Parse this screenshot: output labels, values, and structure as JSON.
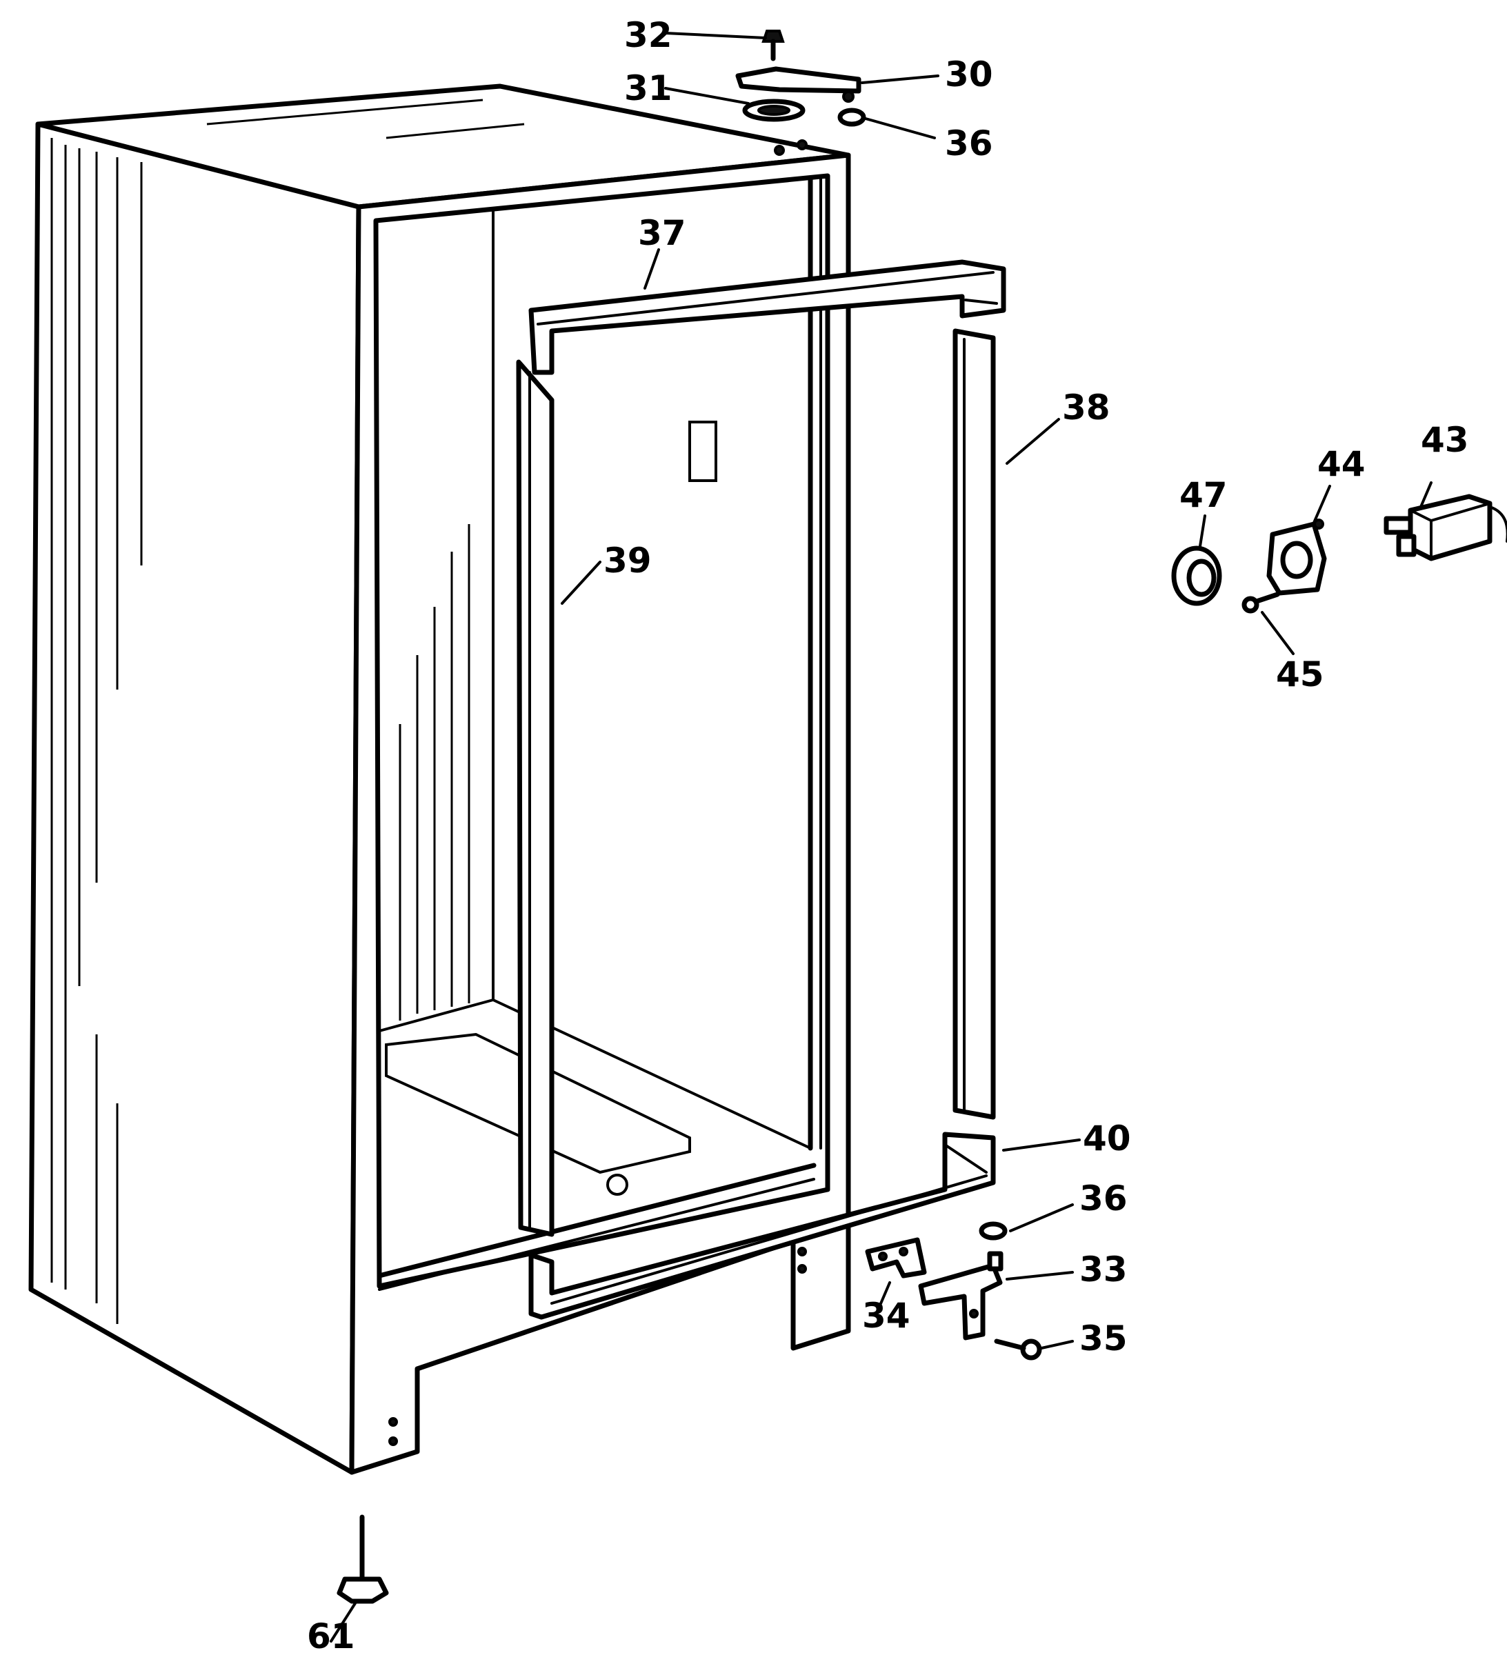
{
  "colors": {
    "ink": "#000000",
    "paper": "#ffffff"
  },
  "callouts": {
    "c30": "30",
    "c31": "31",
    "c32": "32",
    "c33": "33",
    "c34": "34",
    "c35": "35",
    "c36_top": "36",
    "c36_bottom": "36",
    "c37": "37",
    "c38": "38",
    "c39": "39",
    "c40": "40",
    "c43": "43",
    "c44": "44",
    "c45": "45",
    "c47": "47",
    "c61": "61"
  }
}
